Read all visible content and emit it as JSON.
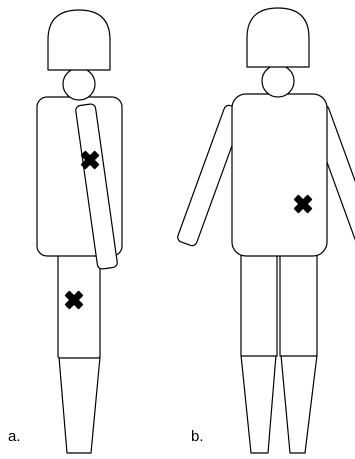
{
  "panels": [
    {
      "label": "a.",
      "view": "side",
      "markers": 2
    },
    {
      "label": "b.",
      "view": "front",
      "markers": 1
    }
  ],
  "colors": {
    "outline": "#000000",
    "fill": "#ffffff",
    "marker": "#000000"
  },
  "icons": {
    "marker": "cross-mark-icon"
  }
}
